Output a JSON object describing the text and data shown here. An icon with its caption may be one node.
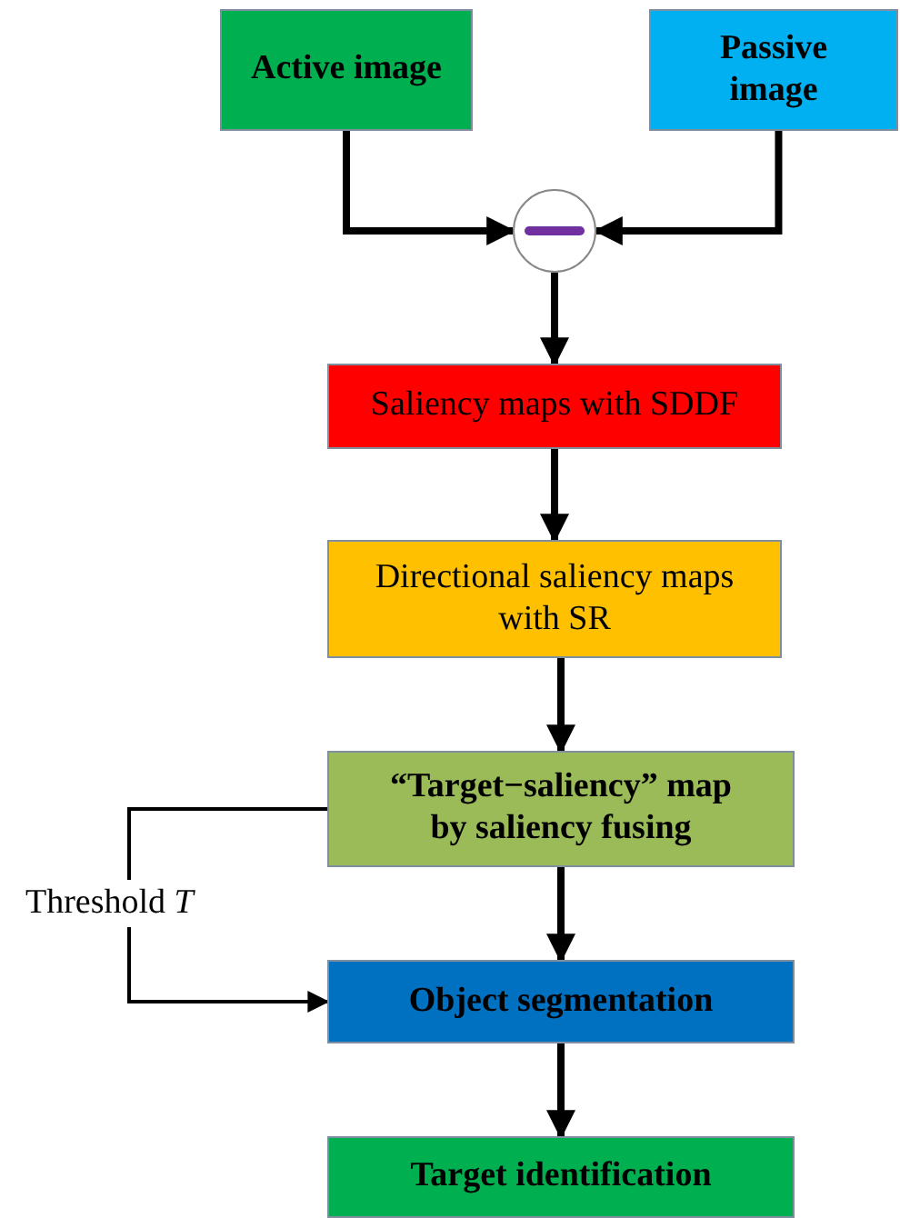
{
  "diagram": {
    "nodes": [
      {
        "text": [
          "Active image"
        ]
      },
      {
        "text": [
          "Passive image"
        ]
      },
      {
        "text": [],
        "shape": "circle"
      },
      {
        "text": [
          "Saliency maps with SDDF"
        ]
      },
      {
        "text": [
          "Directional saliency maps with SR"
        ]
      },
      {
        "text": [
          "“Target−saliency” map by saliency fusing"
        ]
      },
      {
        "text": [
          "Object segmentation"
        ]
      },
      {
        "text": [
          "Target identification"
        ]
      }
    ],
    "edges": [
      {
        "from": 0,
        "to": 2,
        "arrow": "to"
      },
      {
        "from": 1,
        "to": 2,
        "arrow": "to"
      },
      {
        "from": 2,
        "to": 3,
        "arrow": "to"
      },
      {
        "from": 3,
        "to": 4,
        "arrow": "to"
      },
      {
        "from": 4,
        "to": 5,
        "arrow": "to"
      },
      {
        "from": 5,
        "to": 6,
        "arrow": "to"
      },
      {
        "from": 5,
        "to": 6,
        "arrow": "to",
        "label": "Threshold *T*"
      },
      {
        "from": 6,
        "to": 7,
        "arrow": "to"
      }
    ]
  }
}
